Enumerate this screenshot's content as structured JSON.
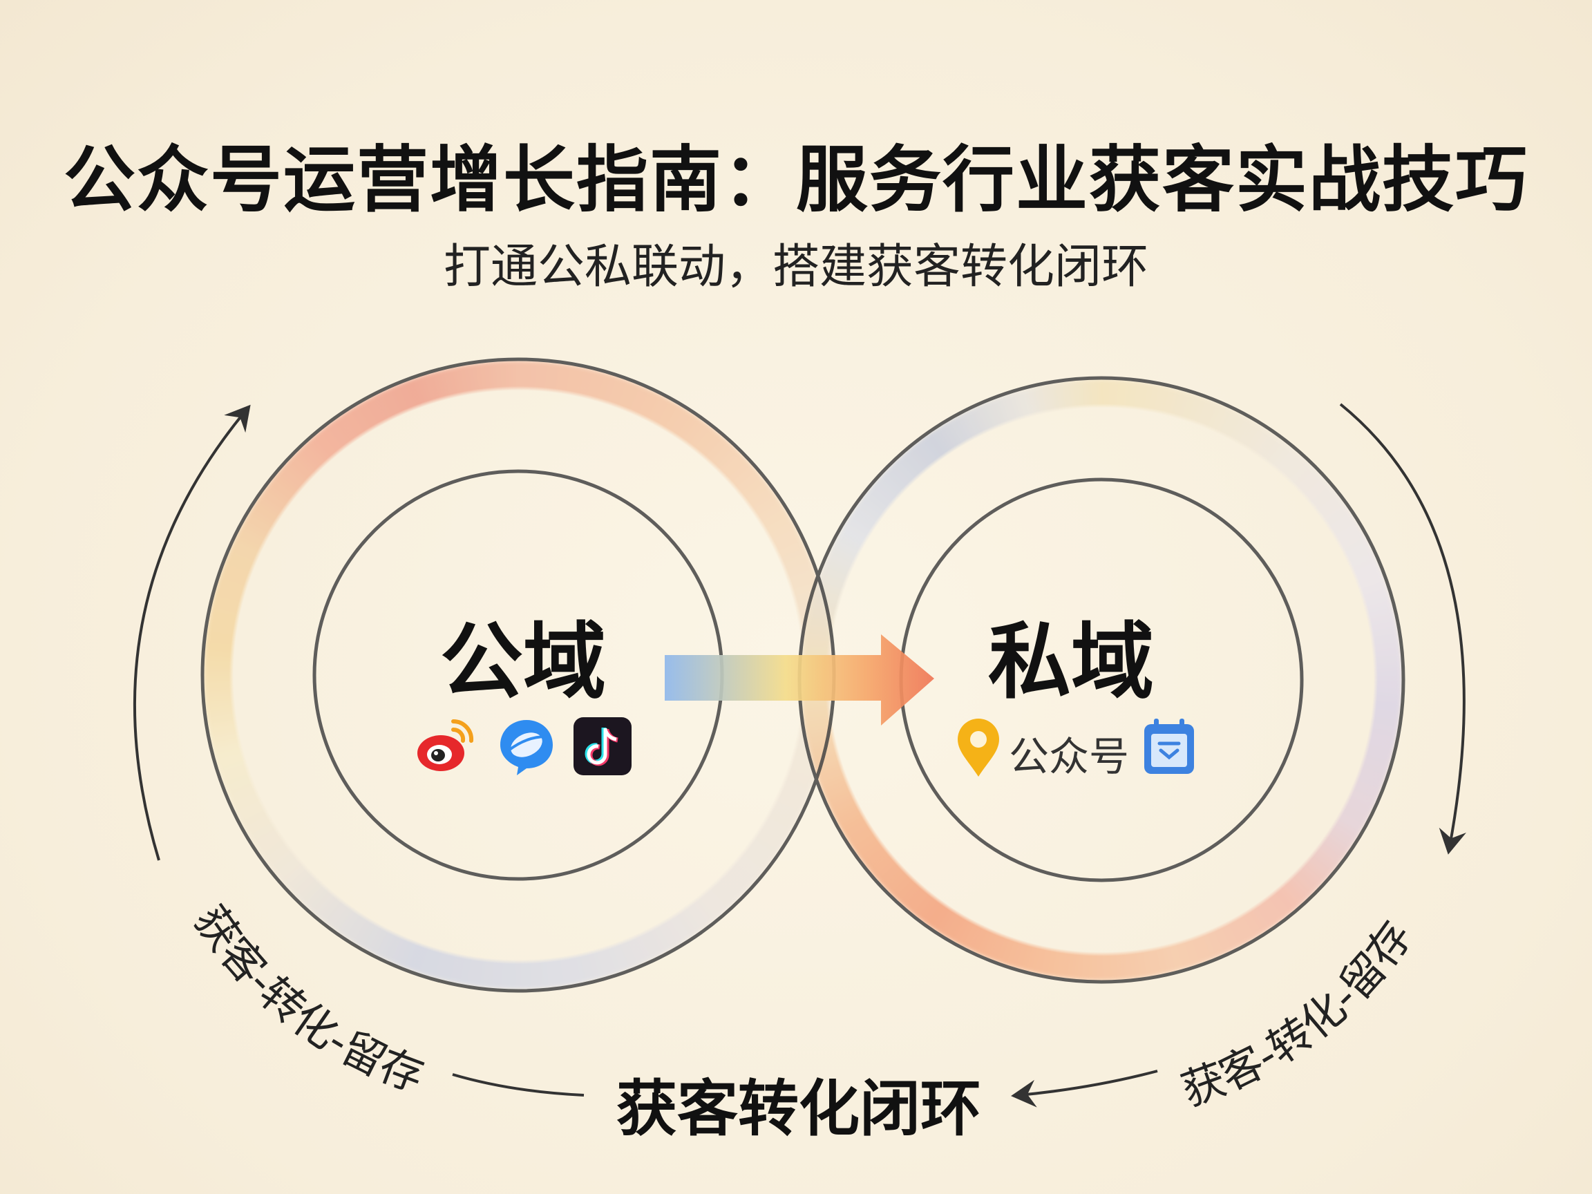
{
  "header": {
    "title": "公众号运营增长指南：服务行业获客实战技巧",
    "subtitle": "打通公私联动，搭建获客转化闭环"
  },
  "diagram": {
    "left_node": {
      "label": "公域",
      "icons": [
        "weibo-icon",
        "chat-bubble-icon",
        "tiktok-icon"
      ]
    },
    "right_node": {
      "label": "私域",
      "icons": [
        "location-pin-icon",
        "calendar-icon"
      ],
      "text": "公众号"
    },
    "flow_arrow": "gradient-arrow-right",
    "left_cycle_label": "获客-转化-留存",
    "right_cycle_label": "获客-转化-留存",
    "bottom_label": "获客转化闭环"
  },
  "colors": {
    "background": "#f8f0de",
    "text": "#111111",
    "arrow_gradient": [
      "#8fb8ec",
      "#f6d86a",
      "#f07f5a"
    ]
  }
}
